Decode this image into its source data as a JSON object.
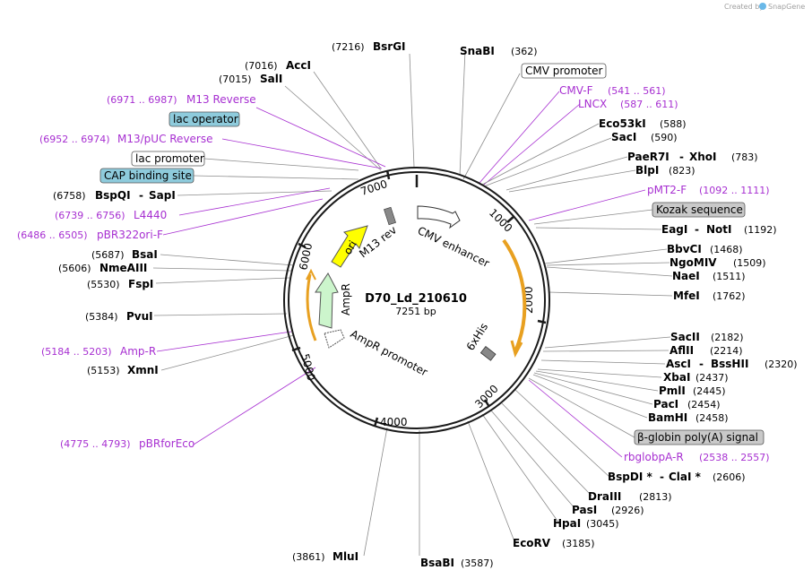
{
  "credit": {
    "prefix": "Created by",
    "brand": "SnapGene"
  },
  "plasmid": {
    "name": "D70_Ld_210610",
    "size": "7251 bp"
  },
  "ticks": [
    "1000",
    "2000",
    "3000",
    "4000",
    "5000",
    "6000",
    "7000"
  ],
  "inner_features": {
    "cmv_enhancer": "CMV enhancer",
    "m13_rev": "M13 rev",
    "ori": "ori",
    "ampr": "AmpR",
    "ampr_promoter": "AmpR promoter",
    "his": "6xHis"
  },
  "left_labels": {
    "bsrgi": {
      "name": "BsrGI",
      "pos": "(7216)"
    },
    "acci": {
      "name": "AccI",
      "pos": "(7016)"
    },
    "sali": {
      "name": "SalI",
      "pos": "(7015)"
    },
    "m13_reverse": {
      "name": "M13 Reverse",
      "pos": "(6971 .. 6987)"
    },
    "lac_operator": "lac operator",
    "m13_puc_reverse": {
      "name": "M13/pUC Reverse",
      "pos": "(6952 .. 6974)"
    },
    "lac_promoter": "lac promoter",
    "cap_binding": "CAP binding site",
    "bspqi": {
      "name1": "BspQI",
      "sep": "-",
      "name2": "SapI",
      "pos": "(6758)"
    },
    "l4440": {
      "name": "L4440",
      "pos": "(6739 .. 6756)"
    },
    "pbr322ori": {
      "name": "pBR322ori-F",
      "pos": "(6486 .. 6505)"
    },
    "bsai": {
      "name": "BsaI",
      "pos": "(5687)"
    },
    "nmeaiii": {
      "name": "NmeAIII",
      "pos": "(5606)"
    },
    "fspi": {
      "name": "FspI",
      "pos": "(5530)"
    },
    "pvui": {
      "name": "PvuI",
      "pos": "(5384)"
    },
    "amp_r": {
      "name": "Amp-R",
      "pos": "(5184 .. 5203)"
    },
    "xmni": {
      "name": "XmnI",
      "pos": "(5153)"
    },
    "pbrforeco": {
      "name": "pBRforEco",
      "pos": "(4775 .. 4793)"
    },
    "mlui": {
      "name": "MluI",
      "pos": "(3861)"
    },
    "bsabi": {
      "name": "BsaBI",
      "pos": "(3587)"
    }
  },
  "right_labels": {
    "snabi": {
      "name": "SnaBI",
      "pos": "(362)"
    },
    "cmv_promoter": "CMV promoter",
    "cmv_f": {
      "name": "CMV-F",
      "pos": "(541 .. 561)"
    },
    "lncx": {
      "name": "LNCX",
      "pos": "(587 .. 611)"
    },
    "eco53ki": {
      "name": "Eco53kI",
      "pos": "(588)"
    },
    "saci": {
      "name": "SacI",
      "pos": "(590)"
    },
    "paer7i": {
      "name1": "PaeR7I",
      "sep": "-",
      "name2": "XhoI",
      "pos": "(783)"
    },
    "blpi": {
      "name": "BlpI",
      "pos": "(823)"
    },
    "pmt2f": {
      "name": "pMT2-F",
      "pos": "(1092 .. 1111)"
    },
    "kozak": "Kozak sequence",
    "eagi": {
      "name1": "EagI",
      "sep": "-",
      "name2": "NotI",
      "pos": "(1192)"
    },
    "bbvci": {
      "name": "BbvCI",
      "pos": "(1468)"
    },
    "ngomiv": {
      "name": "NgoMIV",
      "pos": "(1509)"
    },
    "naei": {
      "name": "NaeI",
      "pos": "(1511)"
    },
    "mfei": {
      "name": "MfeI",
      "pos": "(1762)"
    },
    "sacii": {
      "name": "SacII",
      "pos": "(2182)"
    },
    "aflii": {
      "name": "AflII",
      "pos": "(2214)"
    },
    "asci": {
      "name1": "AscI",
      "sep": "-",
      "name2": "BssHII",
      "pos": "(2320)"
    },
    "xbai": {
      "name": "XbaI",
      "pos": "(2437)"
    },
    "pmli": {
      "name": "PmlI",
      "pos": "(2445)"
    },
    "paci": {
      "name": "PacI",
      "pos": "(2454)"
    },
    "bamhi": {
      "name": "BamHI",
      "pos": "(2458)"
    },
    "bglobin": "β-globin poly(A) signal",
    "rbglobpa": {
      "name": "rbglobpA-R",
      "pos": "(2538 .. 2557)"
    },
    "bspdi": {
      "name1": "BspDI *",
      "sep": "-",
      "name2": "ClaI *",
      "pos": "(2606)"
    },
    "draiii": {
      "name": "DraIII",
      "pos": "(2813)"
    },
    "pasi": {
      "name": "PasI",
      "pos": "(2926)"
    },
    "hpai": {
      "name": "HpaI",
      "pos": "(3045)"
    },
    "ecorv": {
      "name": "EcoRV",
      "pos": "(3185)"
    }
  },
  "colors": {
    "primer": "#a72fd1",
    "lac_box": "#8ecbdc",
    "grey_box": "#c9c9c9",
    "ori": "#ffff00",
    "ampr": "#ccf5cc",
    "orf_orange": "#e8a020"
  }
}
